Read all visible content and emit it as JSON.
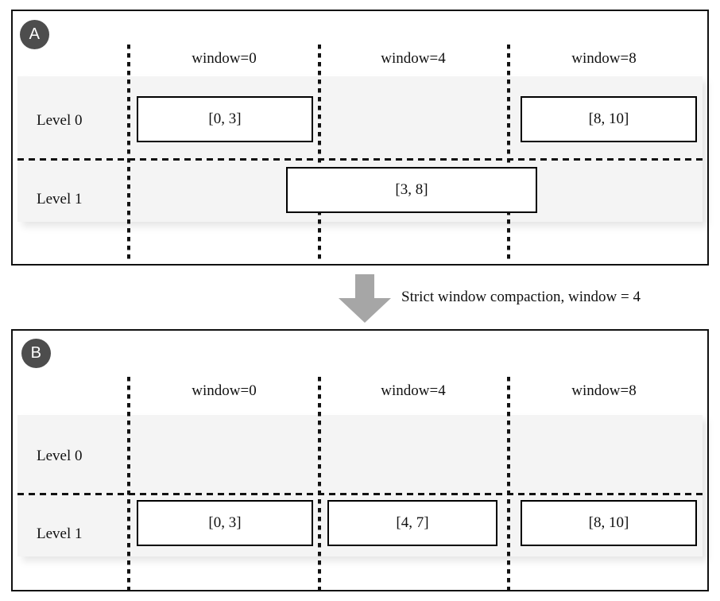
{
  "figure": {
    "transition_caption": "Strict window compaction, window = 4",
    "arrow_icon": "down-arrow-icon",
    "arrow_color": "#a6a6a6",
    "band_color": "#f4f4f4",
    "badge_color": "#4d4d4d",
    "border_color": "#111111"
  },
  "panels": [
    {
      "badge": "A",
      "columns": [
        {
          "label": "window=0"
        },
        {
          "label": "window=4"
        },
        {
          "label": "window=8"
        }
      ],
      "rows": [
        {
          "label": "Level 0",
          "boxes": [
            {
              "label": "[0, 3]"
            },
            {
              "label": "[8, 10]"
            }
          ]
        },
        {
          "label": "Level 1",
          "boxes": [
            {
              "label": "[3, 8]"
            }
          ]
        }
      ]
    },
    {
      "badge": "B",
      "columns": [
        {
          "label": "window=0"
        },
        {
          "label": "window=4"
        },
        {
          "label": "window=8"
        }
      ],
      "rows": [
        {
          "label": "Level 0",
          "boxes": []
        },
        {
          "label": "Level 1",
          "boxes": [
            {
              "label": "[0, 3]"
            },
            {
              "label": "[4, 7]"
            },
            {
              "label": "[8, 10]"
            }
          ]
        }
      ]
    }
  ]
}
